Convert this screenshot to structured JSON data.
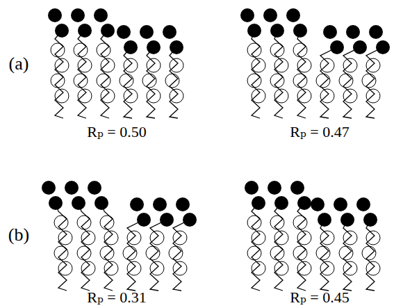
{
  "diagram": {
    "labels": [
      "(a)",
      "Rₚ = 0.50",
      "Rₚ = 0.47",
      "(b)",
      "Rₚ = 0.31",
      "Rₚ = 0.45"
    ]
  }
}
